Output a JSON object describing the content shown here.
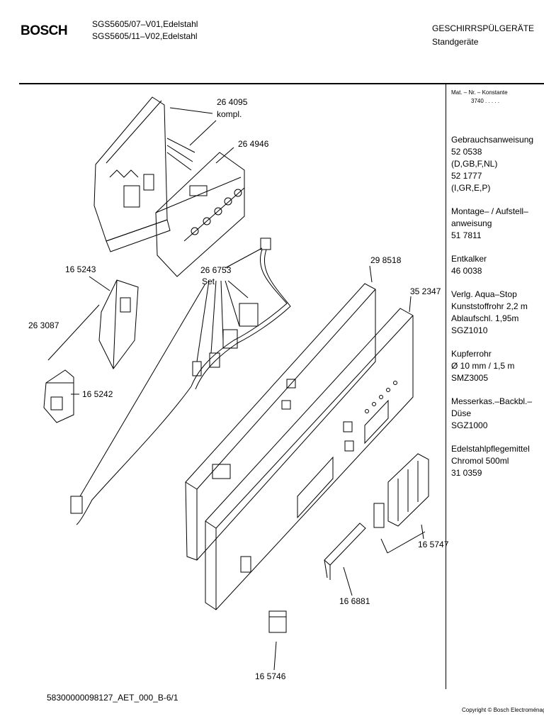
{
  "header": {
    "brand": "BOSCH",
    "models": [
      "SGS5605/07–V01,Edelstahl",
      "SGS5605/11–V02,Edelstahl"
    ],
    "category": "GESCHIRRSPÜLGERÄTE",
    "subcategory": "Standgeräte"
  },
  "sidebar": {
    "mat_label": "Mat. – Nr. – Konstante",
    "mat_code": "3740 . . . . .",
    "groups": [
      [
        "Gebrauchsanweisung",
        "52 0538",
        "(D,GB,F,NL)",
        "52 1777",
        "(I,GR,E,P)"
      ],
      [
        "Montage– / Aufstell–",
        "anweisung",
        "51 7811"
      ],
      [
        "Entkalker",
        "46 0038"
      ],
      [
        "Verlg. Aqua–Stop",
        "Kunststoffrohr 2,2 m",
        "Ablaufschl. 1,95m",
        "SGZ1010"
      ],
      [
        "Kupferrohr",
        "Ø 10 mm / 1,5 m",
        "SMZ3005"
      ],
      [
        "Messerkas.–Backbl.–",
        "Düse",
        "SGZ1000"
      ],
      [
        "Edelstahlpflegemittel",
        "Chromol 500ml",
        "31 0359"
      ]
    ]
  },
  "parts": {
    "p264095": "26 4095",
    "p264095_sub": "kompl.",
    "p264946": "26 4946",
    "p266753": "26 6753",
    "p266753_sub": "Set",
    "p165243": "16 5243",
    "p263087": "26 3087",
    "p165242": "16 5242",
    "p298518": "29 8518",
    "p352347": "35 2347",
    "p165747": "16 5747",
    "p166881": "16 6881",
    "p165746": "16 5746"
  },
  "footer": {
    "doc_code": "58300000098127_AET_000_B-6/1",
    "copyright": "Copyright © Bosch Electroménager"
  }
}
